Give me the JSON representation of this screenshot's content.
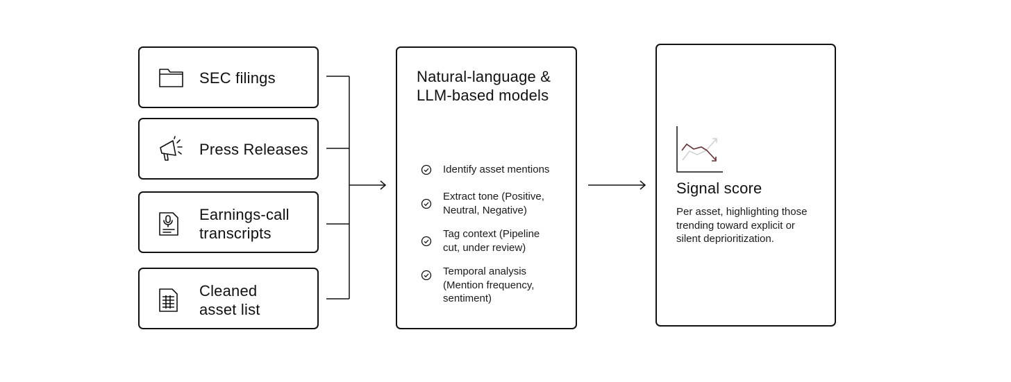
{
  "sources": [
    {
      "label": "SEC filings",
      "icon": "folder-icon"
    },
    {
      "label": "Press Releases",
      "icon": "megaphone-icon"
    },
    {
      "label": "Earnings-call\ntranscripts",
      "icon": "transcript-microphone-icon"
    },
    {
      "label": "Cleaned\nasset list",
      "icon": "spreadsheet-document-icon"
    }
  ],
  "model": {
    "title": "Natural-language &\nLLM-based models",
    "steps": [
      {
        "text": "Identify asset mentions",
        "icon": "check-circle-icon"
      },
      {
        "text": "Extract tone (Positive,\nNeutral, Negative)",
        "icon": "check-circle-icon"
      },
      {
        "text": "Tag context (Pipeline\ncut, under review)",
        "icon": "check-circle-icon"
      },
      {
        "text": "Temporal analysis\n(Mention frequency,\nsentiment)",
        "icon": "check-circle-icon"
      }
    ]
  },
  "output": {
    "title": "Signal score",
    "description": "Per asset, highlighting those\ntrending toward explicit or\nsilent deprioritization.",
    "icon": "trend-chart-icon",
    "accent_color": "#6b2a2a"
  }
}
